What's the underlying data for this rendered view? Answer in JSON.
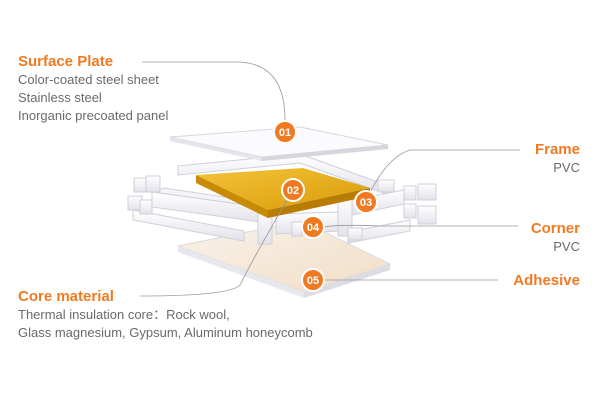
{
  "components": [
    {
      "id": "surface-plate",
      "number": "01",
      "title": "Surface Plate",
      "lines": [
        "Color-coated steel sheet",
        "Stainless steel",
        "Inorganic precoated panel"
      ]
    },
    {
      "id": "core-material",
      "number": "02",
      "title": "Core material",
      "lines": [
        "Thermal insulation core：Rock wool,",
        "Glass magnesium, Gypsum, Aluminum honeycomb"
      ]
    },
    {
      "id": "frame",
      "number": "03",
      "title": "Frame",
      "lines": [
        "PVC"
      ]
    },
    {
      "id": "corner",
      "number": "04",
      "title": "Corner",
      "lines": [
        "PVC"
      ]
    },
    {
      "id": "adhesive",
      "number": "05",
      "title": "Adhesive",
      "lines": []
    }
  ],
  "colors": {
    "accent": "#f07a21",
    "text": "#6a6a6a",
    "core": "#e0aa10",
    "panel": "#ffffff",
    "frame": "#e9e9ef"
  }
}
